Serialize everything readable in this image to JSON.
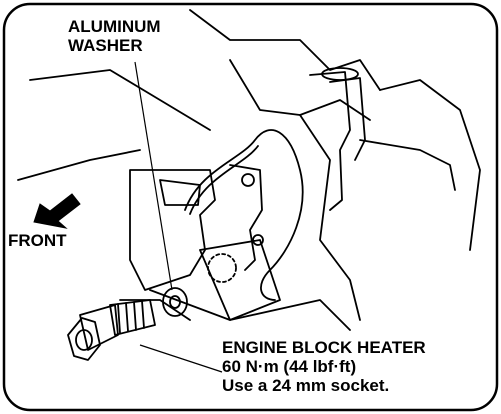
{
  "labels": {
    "washer_line1": "ALUMINUM",
    "washer_line2": "WASHER",
    "front": "FRONT",
    "heater_line1": "ENGINE BLOCK HEATER",
    "heater_line2": "60 N·m (44 lbf·ft)",
    "heater_line3": "Use a 24 mm socket."
  },
  "colors": {
    "line": "#000000",
    "background": "#ffffff"
  }
}
